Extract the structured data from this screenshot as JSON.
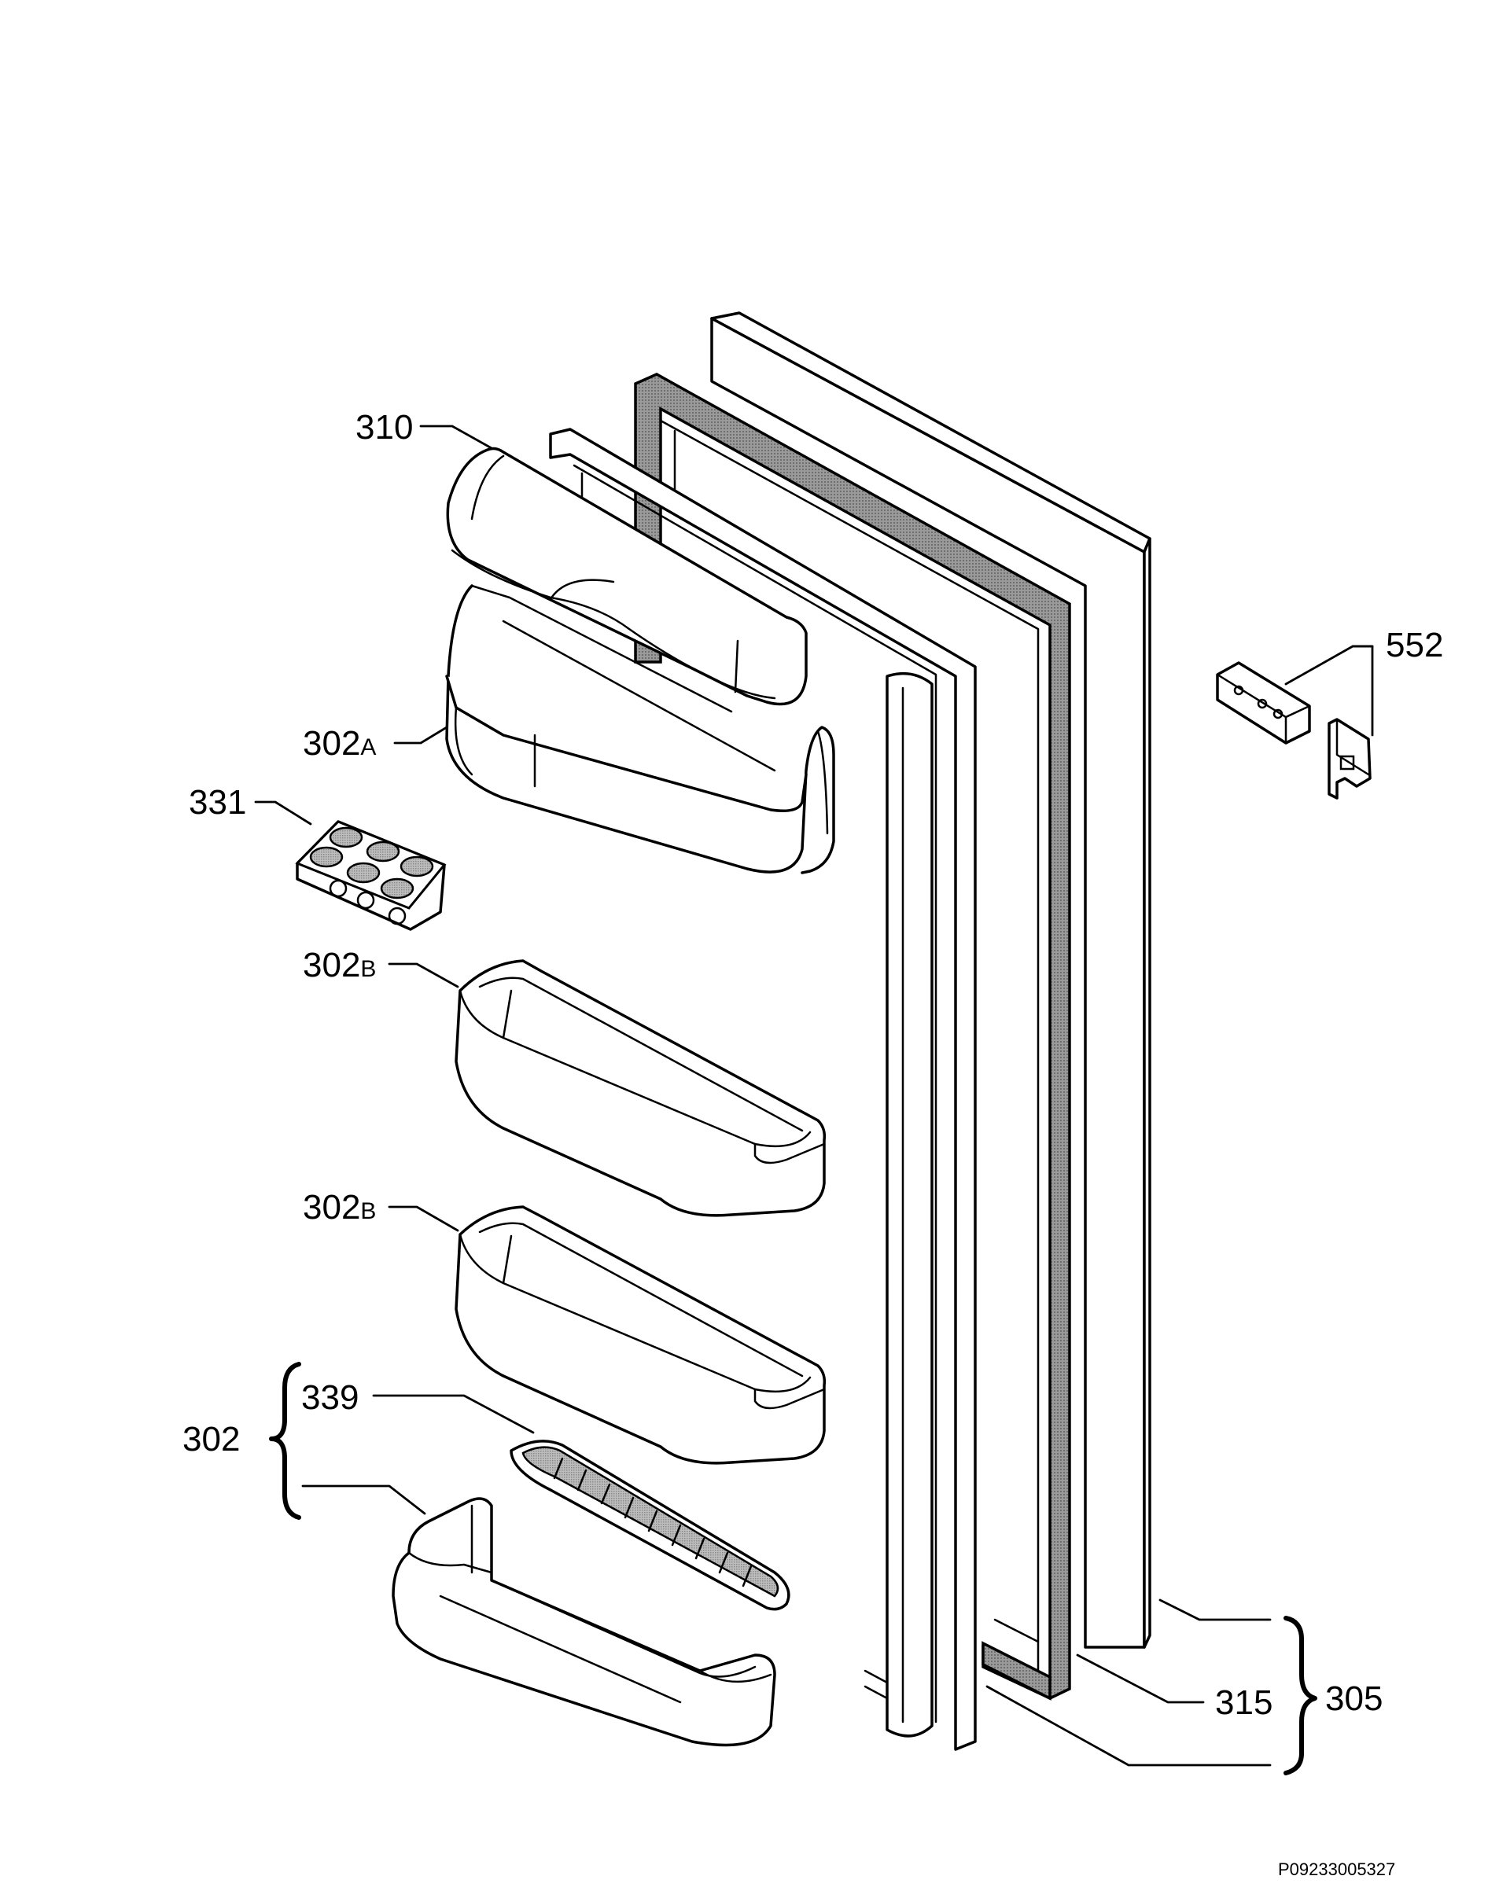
{
  "labels": {
    "p310": "310",
    "p302a_num": "302",
    "p302a_suf": "A",
    "p331": "331",
    "p302b1_num": "302",
    "p302b1_suf": "B",
    "p302b2_num": "302",
    "p302b2_suf": "B",
    "p339": "339",
    "p302": "302",
    "p552": "552",
    "p315": "315",
    "p305": "305"
  },
  "reference_code": "P09233005327",
  "colors": {
    "line": "#000000",
    "gasket_fill": "#8a8a8a",
    "background": "#ffffff"
  }
}
